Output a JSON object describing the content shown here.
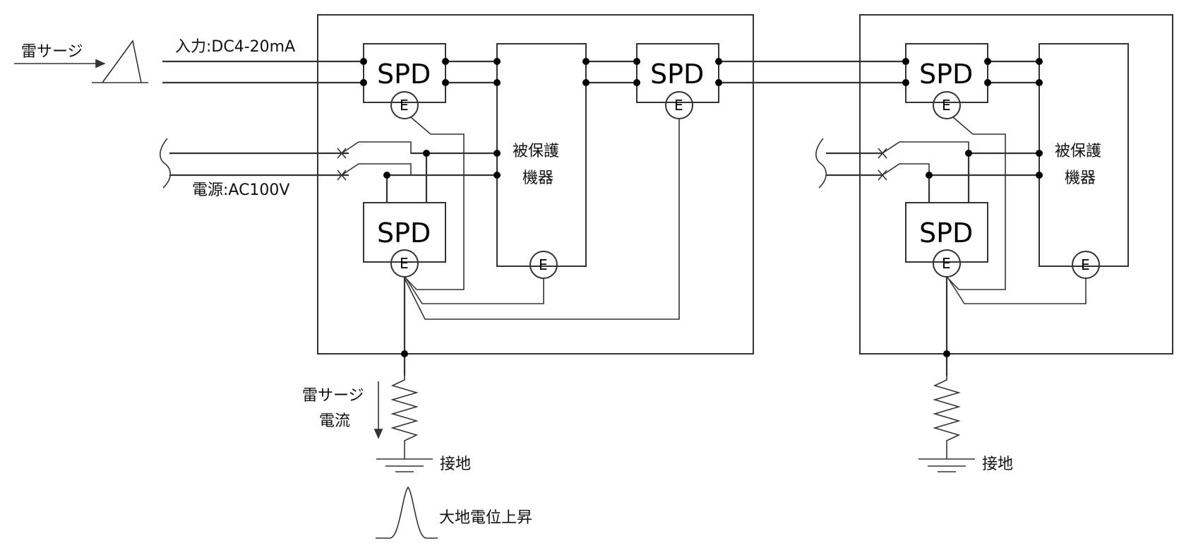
{
  "labels": {
    "surge": "雷サージ",
    "input": "入力:DC4-20mA",
    "power": "電源:AC100V",
    "spd": "SPD",
    "e": "E",
    "device_line1": "被保護",
    "device_line2": "機器",
    "surge_current_line1": "雷サージ",
    "surge_current_line2": "電流",
    "ground": "接地",
    "ground_rise": "大地電位上昇"
  }
}
